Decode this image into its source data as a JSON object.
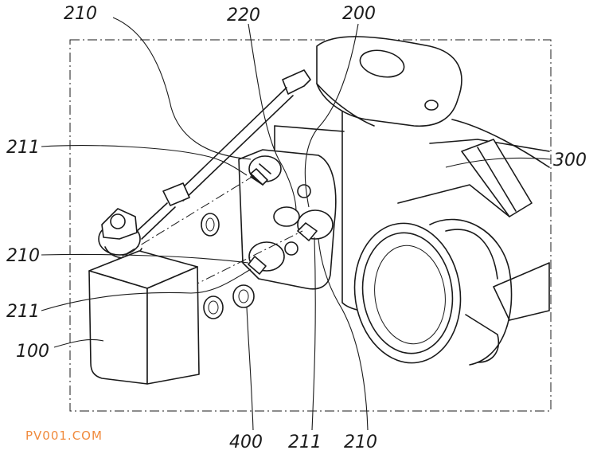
{
  "labels": {
    "top_210": "210",
    "top_220": "220",
    "top_200": "200",
    "left_211_upper": "211",
    "right_300": "300",
    "left_210": "210",
    "left_211_lower": "211",
    "left_100": "100",
    "bottom_400": "400",
    "bottom_211": "211",
    "bottom_210": "210"
  },
  "watermark": "PV001.COM"
}
